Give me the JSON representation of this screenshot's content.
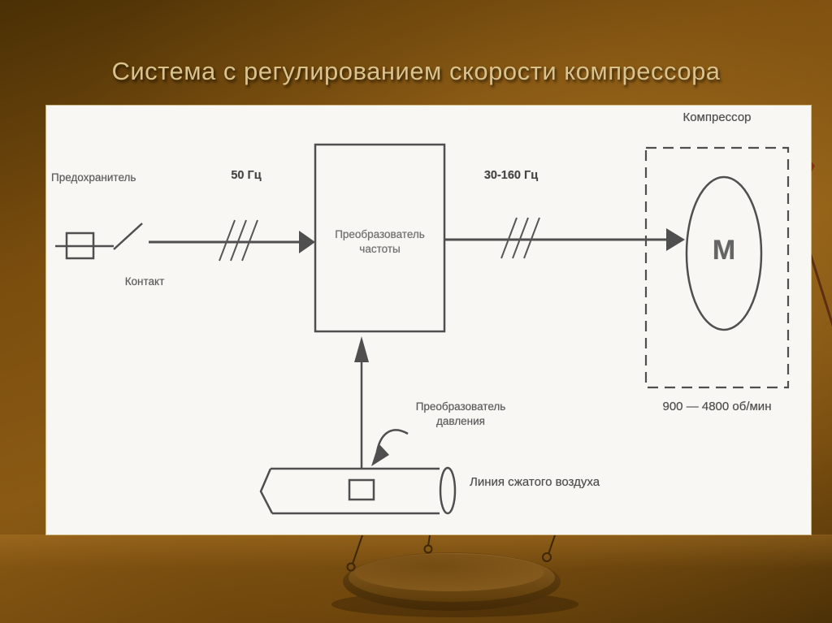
{
  "slide": {
    "title": "Система с регулированием скорости компрессора"
  },
  "diagram": {
    "fuse": {
      "label": "Предохранитель"
    },
    "contact": {
      "label": "Контакт"
    },
    "input_line": {
      "frequency": "50 Гц"
    },
    "frequency_converter": {
      "label_line1": "Преобразователь",
      "label_line2": "частоты"
    },
    "output_line": {
      "frequency": "30-160 Гц"
    },
    "compressor": {
      "label": "Компрессор",
      "motor_symbol": "М",
      "speed_range": "900 — 4800 об/мин"
    },
    "pressure_transducer": {
      "label_line1": "Преобразователь",
      "label_line2": "давления"
    },
    "air_line": {
      "label": "Линия сжатого воздуха"
    }
  },
  "colors": {
    "background_brown": "#7a4d0e",
    "title_text": "#d9c28c",
    "diagram_background": "#f8f7f4",
    "diagram_line_gray": "#4f4f4f",
    "decor_dark_brown": "#3c2706"
  }
}
